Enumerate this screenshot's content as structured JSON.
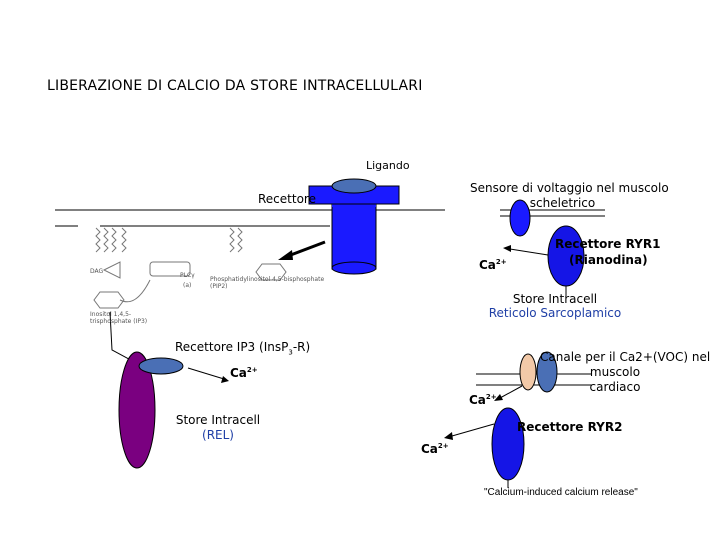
{
  "title": "LIBERAZIONE DI CALCIO DA STORE INTRACELLULARI",
  "ligand_label": "Ligando",
  "receptor_label": "Recettore",
  "voltage_sensor_label": [
    "Sensore di voltaggio nel muscolo",
    "scheletrico"
  ],
  "ryr1_label": [
    "Recettore RYR1",
    "(Rianodina)"
  ],
  "ca_label": "Ca",
  "ca_superscript": "2+",
  "store_sr_label": "Store Intracell",
  "store_sr_sublabel": "Reticolo Sarcoplamico",
  "ip3_receptor_label": "Recettore IP3 (Ins",
  "ip3_receptor_sub": "P",
  "ip3_receptor_sub_3": "3",
  "ip3_receptor_tail": "-R)",
  "store_rel_label": "Store Intracell",
  "store_rel_sublabel": "(REL)",
  "voc_label": [
    "Canale per il Ca2+(VOC) nel",
    "muscolo",
    "cardiaco"
  ],
  "ryr2_label": "Recettore RYR2",
  "cicr_label": "\"Calcium-induced calcium release\"",
  "pathway_small_text": {
    "dag": "DAG",
    "plc": "PLCγ",
    "pip2": "Phosphatidylinositol 4,5-bisphosphate (PIP2)",
    "ip3": "Inositol 1,4,5-trisphosphate (IP3)",
    "a": "(a)"
  },
  "colors": {
    "cylinder": "#1a1aff",
    "ellipse_top": "#4a6fb5",
    "ryr": "#1515e6",
    "rel_store": "#7a0080",
    "voc_channel": "#f2c9a8",
    "blue_text": "#1f3fa6"
  }
}
